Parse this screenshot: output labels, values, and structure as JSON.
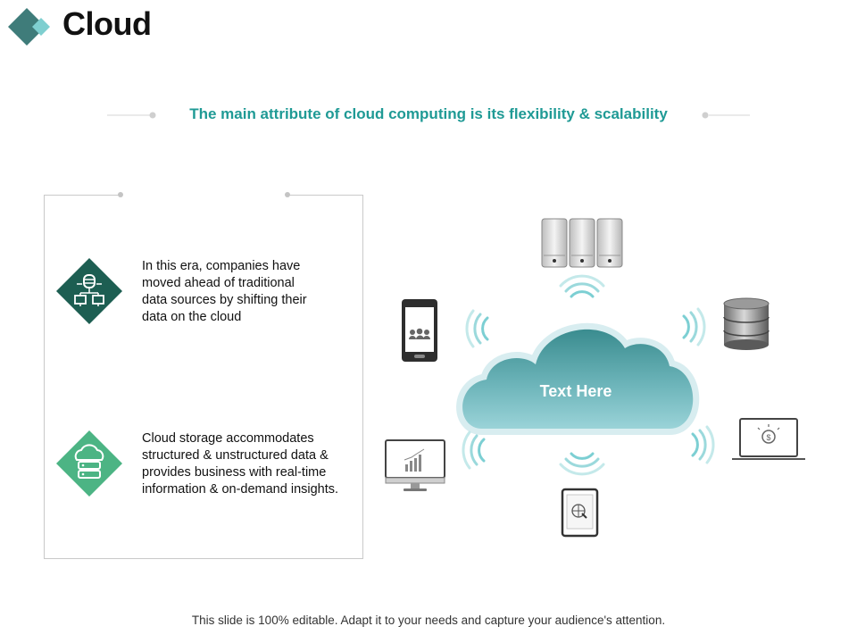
{
  "header": {
    "title": "Cloud"
  },
  "tagline": "The main attribute of cloud computing is its flexibility & scalability",
  "points": [
    {
      "text_lines": [
        "In this era, companies have",
        "moved ahead of traditional",
        "data sources by shifting their",
        "data on the cloud"
      ],
      "icon": "network-server-icon",
      "color": "#1d5e52"
    },
    {
      "text_lines": [
        "Cloud storage accommodates",
        "structured & unstructured  data &",
        "provides business with real-time",
        "information & on-demand insights."
      ],
      "icon": "cloud-server-icon",
      "color": "#4cb484"
    }
  ],
  "diagram": {
    "center_label": "Text Here",
    "devices": [
      "server-rack-icon",
      "database-icon",
      "laptop-icon",
      "tablet-icon",
      "monitor-icon",
      "smartphone-icon"
    ]
  },
  "footer": "This slide is 100% editable. Adapt it to your needs and capture your audience's attention."
}
